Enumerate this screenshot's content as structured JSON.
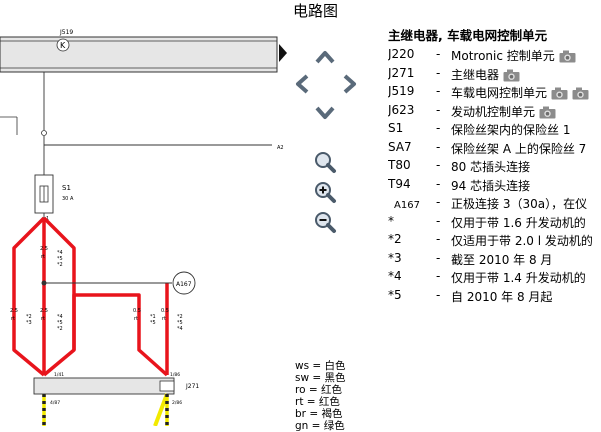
{
  "page_title": "电路图",
  "diagram": {
    "top_component_label": "J519",
    "fuse_label": "S1",
    "fuse_rating": "30 A",
    "connector_a2": "A2",
    "a167_label": "A167",
    "j271_label": "J271",
    "wires": [
      {
        "size": "2.5",
        "color": "rt",
        "notes": [
          "*4",
          "*5",
          "*2"
        ]
      },
      {
        "size": "2.5",
        "color": "rt",
        "notes": [
          "*2",
          "*3"
        ]
      },
      {
        "size": "2.5",
        "color": "rt",
        "notes": [
          "*4",
          "*5",
          "*2"
        ]
      },
      {
        "size": "0.5",
        "color": "rt",
        "notes": [
          "*1",
          "*5"
        ]
      },
      {
        "size": "0.5",
        "color": "rt",
        "notes": [
          "*2",
          "*5",
          "*4"
        ]
      }
    ],
    "pin_labels": {
      "fuse_out": "1",
      "j271_pin_left": "1/41",
      "j271_pin_right": "1/86",
      "bottom_left": "4/87",
      "bottom_right": "2/86"
    }
  },
  "navigation": {
    "up": "chevron-up-icon",
    "down": "chevron-down-icon",
    "left": "chevron-left-icon",
    "right": "chevron-right-icon",
    "zoom_fit": "zoom-fit-icon",
    "zoom_in": "zoom-in-icon",
    "zoom_out": "zoom-out-icon"
  },
  "legend": {
    "title": "主继电器, 车载电网控制单元",
    "items": [
      {
        "code": "J220",
        "dash": "-",
        "desc": "Motronic 控制单元",
        "camera": 1
      },
      {
        "code": "J271",
        "dash": "-",
        "desc": "主继电器",
        "camera": 1
      },
      {
        "code": "J519",
        "dash": "-",
        "desc": "车载电网控制单元",
        "camera": 2
      },
      {
        "code": "J623",
        "dash": "-",
        "desc": "发动机控制单元",
        "camera": 1
      },
      {
        "code": "S1",
        "dash": "-",
        "desc": "保险丝架内的保险丝 1",
        "camera": 0
      },
      {
        "code": "SA7",
        "dash": "-",
        "desc": "保险丝架 A 上的保险丝 7",
        "camera": 0
      },
      {
        "code": "T80",
        "dash": "-",
        "desc": "80 芯插头连接",
        "camera": 0
      },
      {
        "code": "T94",
        "dash": "-",
        "desc": "94 芯插头连接",
        "camera": 0
      },
      {
        "code": "A167",
        "dash": "-",
        "desc": "正极连接 3（30a），在仪",
        "camera": 0
      },
      {
        "code": "*",
        "dash": "-",
        "desc": "仅用于带 1.6 升发动机的",
        "camera": 0
      },
      {
        "code": "*2",
        "dash": "-",
        "desc": "仅适用于带 2.0 l 发动机的",
        "camera": 0
      },
      {
        "code": "*3",
        "dash": "-",
        "desc": "截至 2010 年 8 月",
        "camera": 0
      },
      {
        "code": "*4",
        "dash": "-",
        "desc": "仅用于带 1.4 升发动机的",
        "camera": 0
      },
      {
        "code": "*5",
        "dash": "-",
        "desc": "自 2010 年 8 月起",
        "camera": 0
      }
    ]
  },
  "wire_colors": [
    "ws = 白色",
    "sw = 黑色",
    "ro = 红色",
    "rt = 红色",
    "br = 褐色",
    "gn = 绿色"
  ],
  "colors": {
    "wire_red": "#e8141c",
    "wire_yellow": "#f2ea00",
    "bar_fill": "#e6e6e6",
    "nav_icon": "#5a6a7a"
  }
}
